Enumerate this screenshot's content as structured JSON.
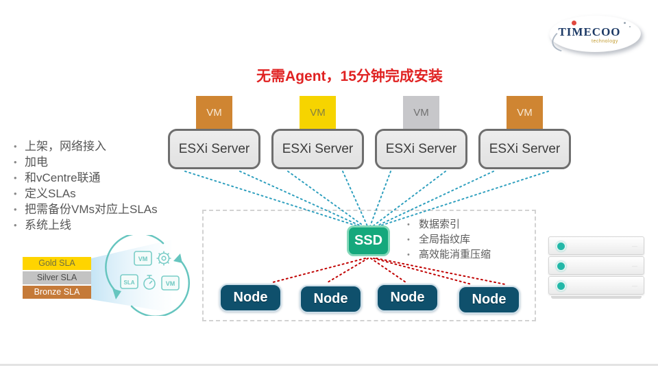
{
  "logo": {
    "name": "TIMECOO",
    "tagline": "technology"
  },
  "title": {
    "text": "无需Agent，15分钟完成安装",
    "color": "#e02222"
  },
  "left_checklist": [
    "上架，网络接入",
    "加电",
    "和vCentre联通",
    "定义SLAs",
    "把需备份VMs对应上SLAs",
    "系统上线"
  ],
  "sla_tiers": [
    {
      "label": "Gold SLA",
      "bg": "#ffd400",
      "fg": "#6f6f3f"
    },
    {
      "label": "Silver SLA",
      "bg": "#c3c3c3",
      "fg": "#4a4a4a"
    },
    {
      "label": "Bronze SLA",
      "bg": "#c57a38",
      "fg": "#ffffff"
    }
  ],
  "cycle_icons": [
    {
      "type": "vm-box",
      "label": "VM"
    },
    {
      "type": "gear-icon"
    },
    {
      "type": "sla-box",
      "label": "SLA"
    },
    {
      "type": "stopwatch-icon"
    },
    {
      "type": "vm-box",
      "label": "VM"
    }
  ],
  "vms": [
    {
      "label": "VM",
      "bg": "#cf8532",
      "fg": "#f8ead6"
    },
    {
      "label": "VM",
      "bg": "#f6d400",
      "fg": "#85803f"
    },
    {
      "label": "VM",
      "bg": "#c7c7ca",
      "fg": "#707070"
    },
    {
      "label": "VM",
      "bg": "#cf8532",
      "fg": "#f8ead6"
    }
  ],
  "servers": [
    {
      "label": "ESXi Server"
    },
    {
      "label": "ESXi Server"
    },
    {
      "label": "ESXi Server"
    },
    {
      "label": "ESXi Server"
    }
  ],
  "ssd": {
    "label": "SSD",
    "bg": "#15a87c"
  },
  "ssd_features": [
    "数据索引",
    "全局指纹库",
    "高效能消重压缩"
  ],
  "nodes": [
    {
      "label": "Node"
    },
    {
      "label": "Node"
    },
    {
      "label": "Node"
    },
    {
      "label": "Node"
    }
  ],
  "rack": {
    "units": 3
  },
  "connections": {
    "teal_color": "#2e9fbe",
    "red_color": "#c00000",
    "esxi_to_ssd": [
      [
        270,
        250,
        522,
        330
      ],
      [
        350,
        250,
        527,
        330
      ],
      [
        420,
        250,
        531,
        330
      ],
      [
        500,
        250,
        536,
        330
      ],
      [
        570,
        250,
        540,
        330
      ],
      [
        650,
        250,
        544,
        330
      ],
      [
        720,
        250,
        549,
        330
      ],
      [
        800,
        250,
        553,
        330
      ]
    ],
    "ssd_to_node": [
      [
        533,
        377,
        398,
        412
      ],
      [
        537,
        377,
        478,
        412
      ],
      [
        541,
        377,
        592,
        412
      ],
      [
        545,
        377,
        688,
        415
      ],
      [
        549,
        377,
        737,
        415
      ]
    ]
  }
}
